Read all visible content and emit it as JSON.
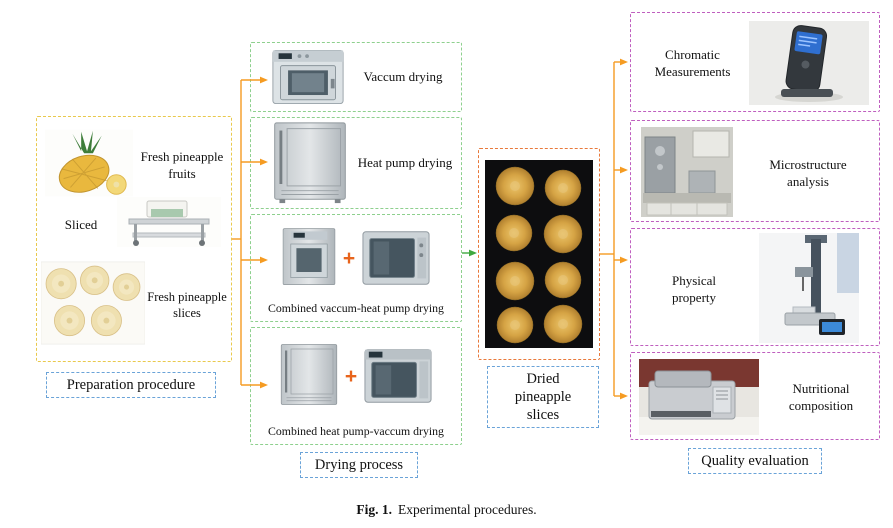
{
  "figure": {
    "caption_label": "Fig. 1.",
    "caption_text": "Experimental procedures."
  },
  "preparation": {
    "label": "Preparation procedure",
    "items": [
      {
        "label": "Fresh pineapple fruits"
      },
      {
        "label": "Sliced"
      },
      {
        "label": "Fresh pineapple slices"
      }
    ]
  },
  "drying": {
    "label": "Drying process",
    "plus": "+",
    "methods": [
      {
        "label": "Vaccum drying"
      },
      {
        "label": "Heat pump drying"
      },
      {
        "label": "Combined vaccum-heat pump drying"
      },
      {
        "label": "Combined heat pump-vaccum drying"
      }
    ]
  },
  "dried": {
    "label": "Dried pineapple slices"
  },
  "quality": {
    "label": "Quality evaluation",
    "items": [
      {
        "label": "Chromatic Measurements"
      },
      {
        "label": "Microstructure analysis"
      },
      {
        "label": "Physical property"
      },
      {
        "label": "Nutritional composition"
      }
    ]
  },
  "colors": {
    "prep_border": "#e9c94d",
    "drying_border": "#8ed08e",
    "dried_border": "#e8793b",
    "quality_border": "#bf5fbf",
    "label_border": "#6aa3d8",
    "arrow": "#f59b22",
    "green_arrow": "#3fa83f",
    "plus": "#e8641c"
  }
}
